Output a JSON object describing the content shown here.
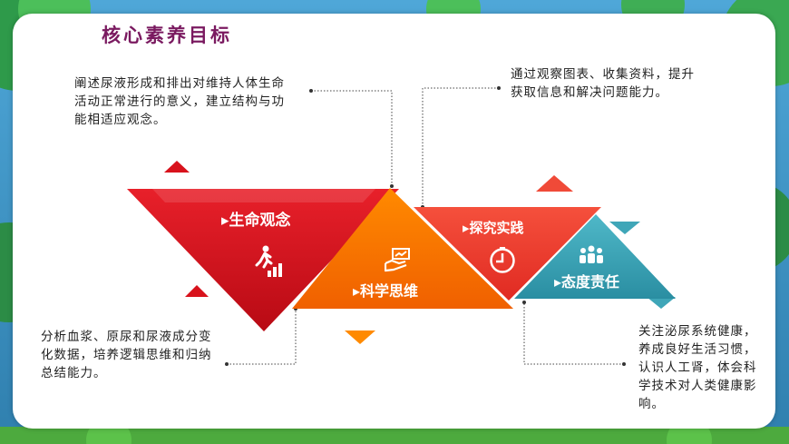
{
  "title": "核心素养目标",
  "items": [
    {
      "label": "生命观念",
      "desc": "阐述尿液形成和排出对维持人体生命活动正常进行的意义，建立结构与功能相适应观念。",
      "icon": "running-stairs-icon",
      "color": "#d8121c"
    },
    {
      "label": "科学思维",
      "desc": "分析血浆、原尿和尿液成分变化数据，培养逻辑思维和归纳总结能力。",
      "icon": "hand-chart-icon",
      "color": "#ff7a00"
    },
    {
      "label": "探究实践",
      "desc": "通过观察图表、收集资料，提升获取信息和解决问题能力。",
      "icon": "clock-icon",
      "color": "#f04a38"
    },
    {
      "label": "态度责任",
      "desc": "关注泌尿系统健康，养成良好生活习惯，认识人工肾，体会科学技术对人类健康影响。",
      "icon": "people-icon",
      "color": "#3fa6b8"
    }
  ]
}
